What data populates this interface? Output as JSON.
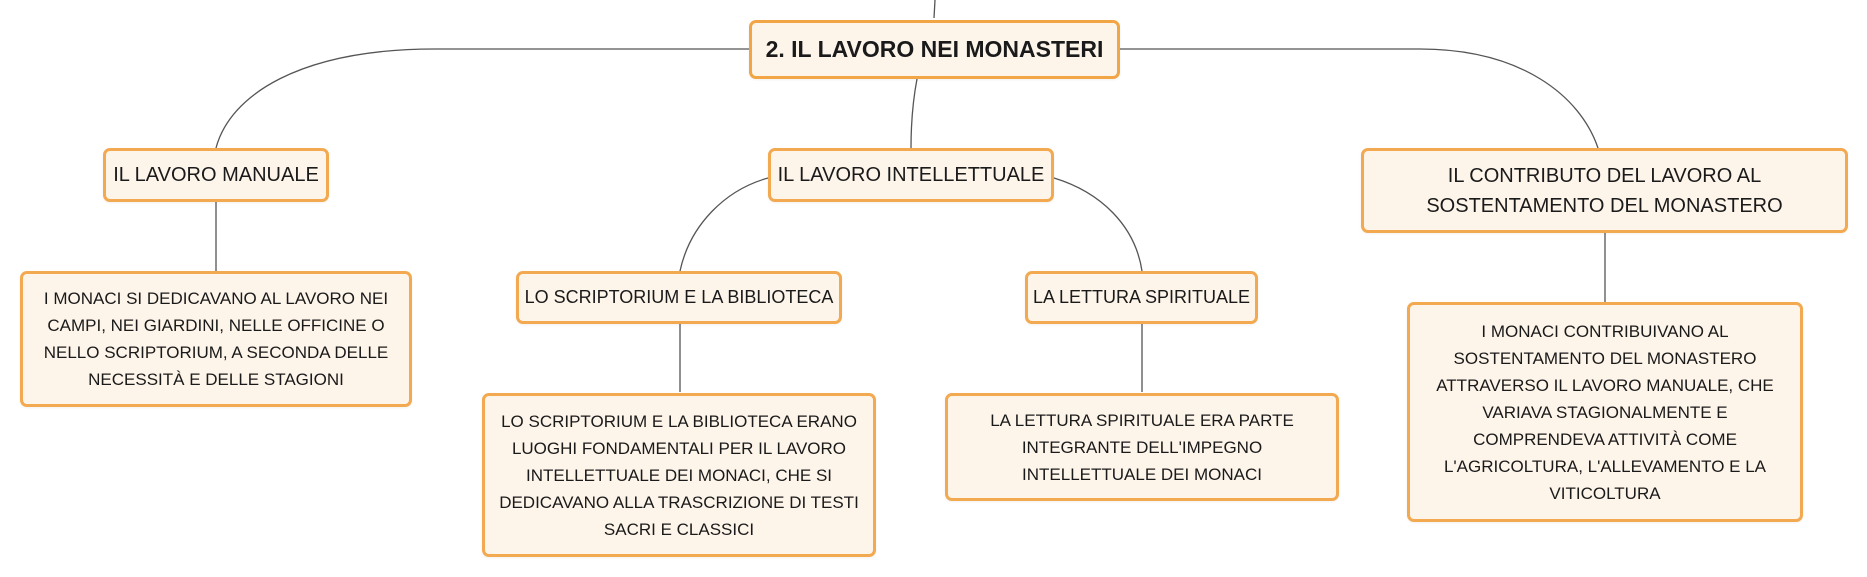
{
  "root": {
    "title": "2. IL LAVORO NEI MONASTERI"
  },
  "branches": [
    {
      "label": "IL LAVORO MANUALE",
      "detail": "I MONACI SI DEDICAVANO AL LAVORO NEI CAMPI, NEI GIARDINI, NELLE OFFICINE O NELLO SCRIPTORIUM, A SECONDA DELLE NECESSITÀ E DELLE STAGIONI"
    },
    {
      "label": "IL LAVORO INTELLETTUALE",
      "children": [
        {
          "label": "LO SCRIPTORIUM E LA BIBLIOTECA",
          "detail": "LO SCRIPTORIUM E LA BIBLIOTECA ERANO LUOGHI FONDAMENTALI PER IL LAVORO INTELLETTUALE DEI MONACI, CHE SI DEDICAVANO ALLA TRASCRIZIONE DI TESTI SACRI E CLASSICI"
        },
        {
          "label": "LA LETTURA SPIRITUALE",
          "detail": "LA LETTURA SPIRITUALE ERA PARTE INTEGRANTE DELL'IMPEGNO INTELLETTUALE DEI MONACI"
        }
      ]
    },
    {
      "label": "IL CONTRIBUTO DEL LAVORO AL SOSTENTAMENTO DEL MONASTERO",
      "detail": "I MONACI CONTRIBUIVANO AL SOSTENTAMENTO DEL MONASTERO ATTRAVERSO IL LAVORO MANUALE, CHE VARIAVA STAGIONALMENTE E COMPRENDEVA ATTIVITÀ COME L'AGRICOLTURA, L'ALLEVAMENTO E LA VITICOLTURA"
    }
  ],
  "colors": {
    "node_fill": "#fdf4ea",
    "node_border": "#f2a94f",
    "connector": "#555555",
    "text": "#1a1a1a"
  }
}
